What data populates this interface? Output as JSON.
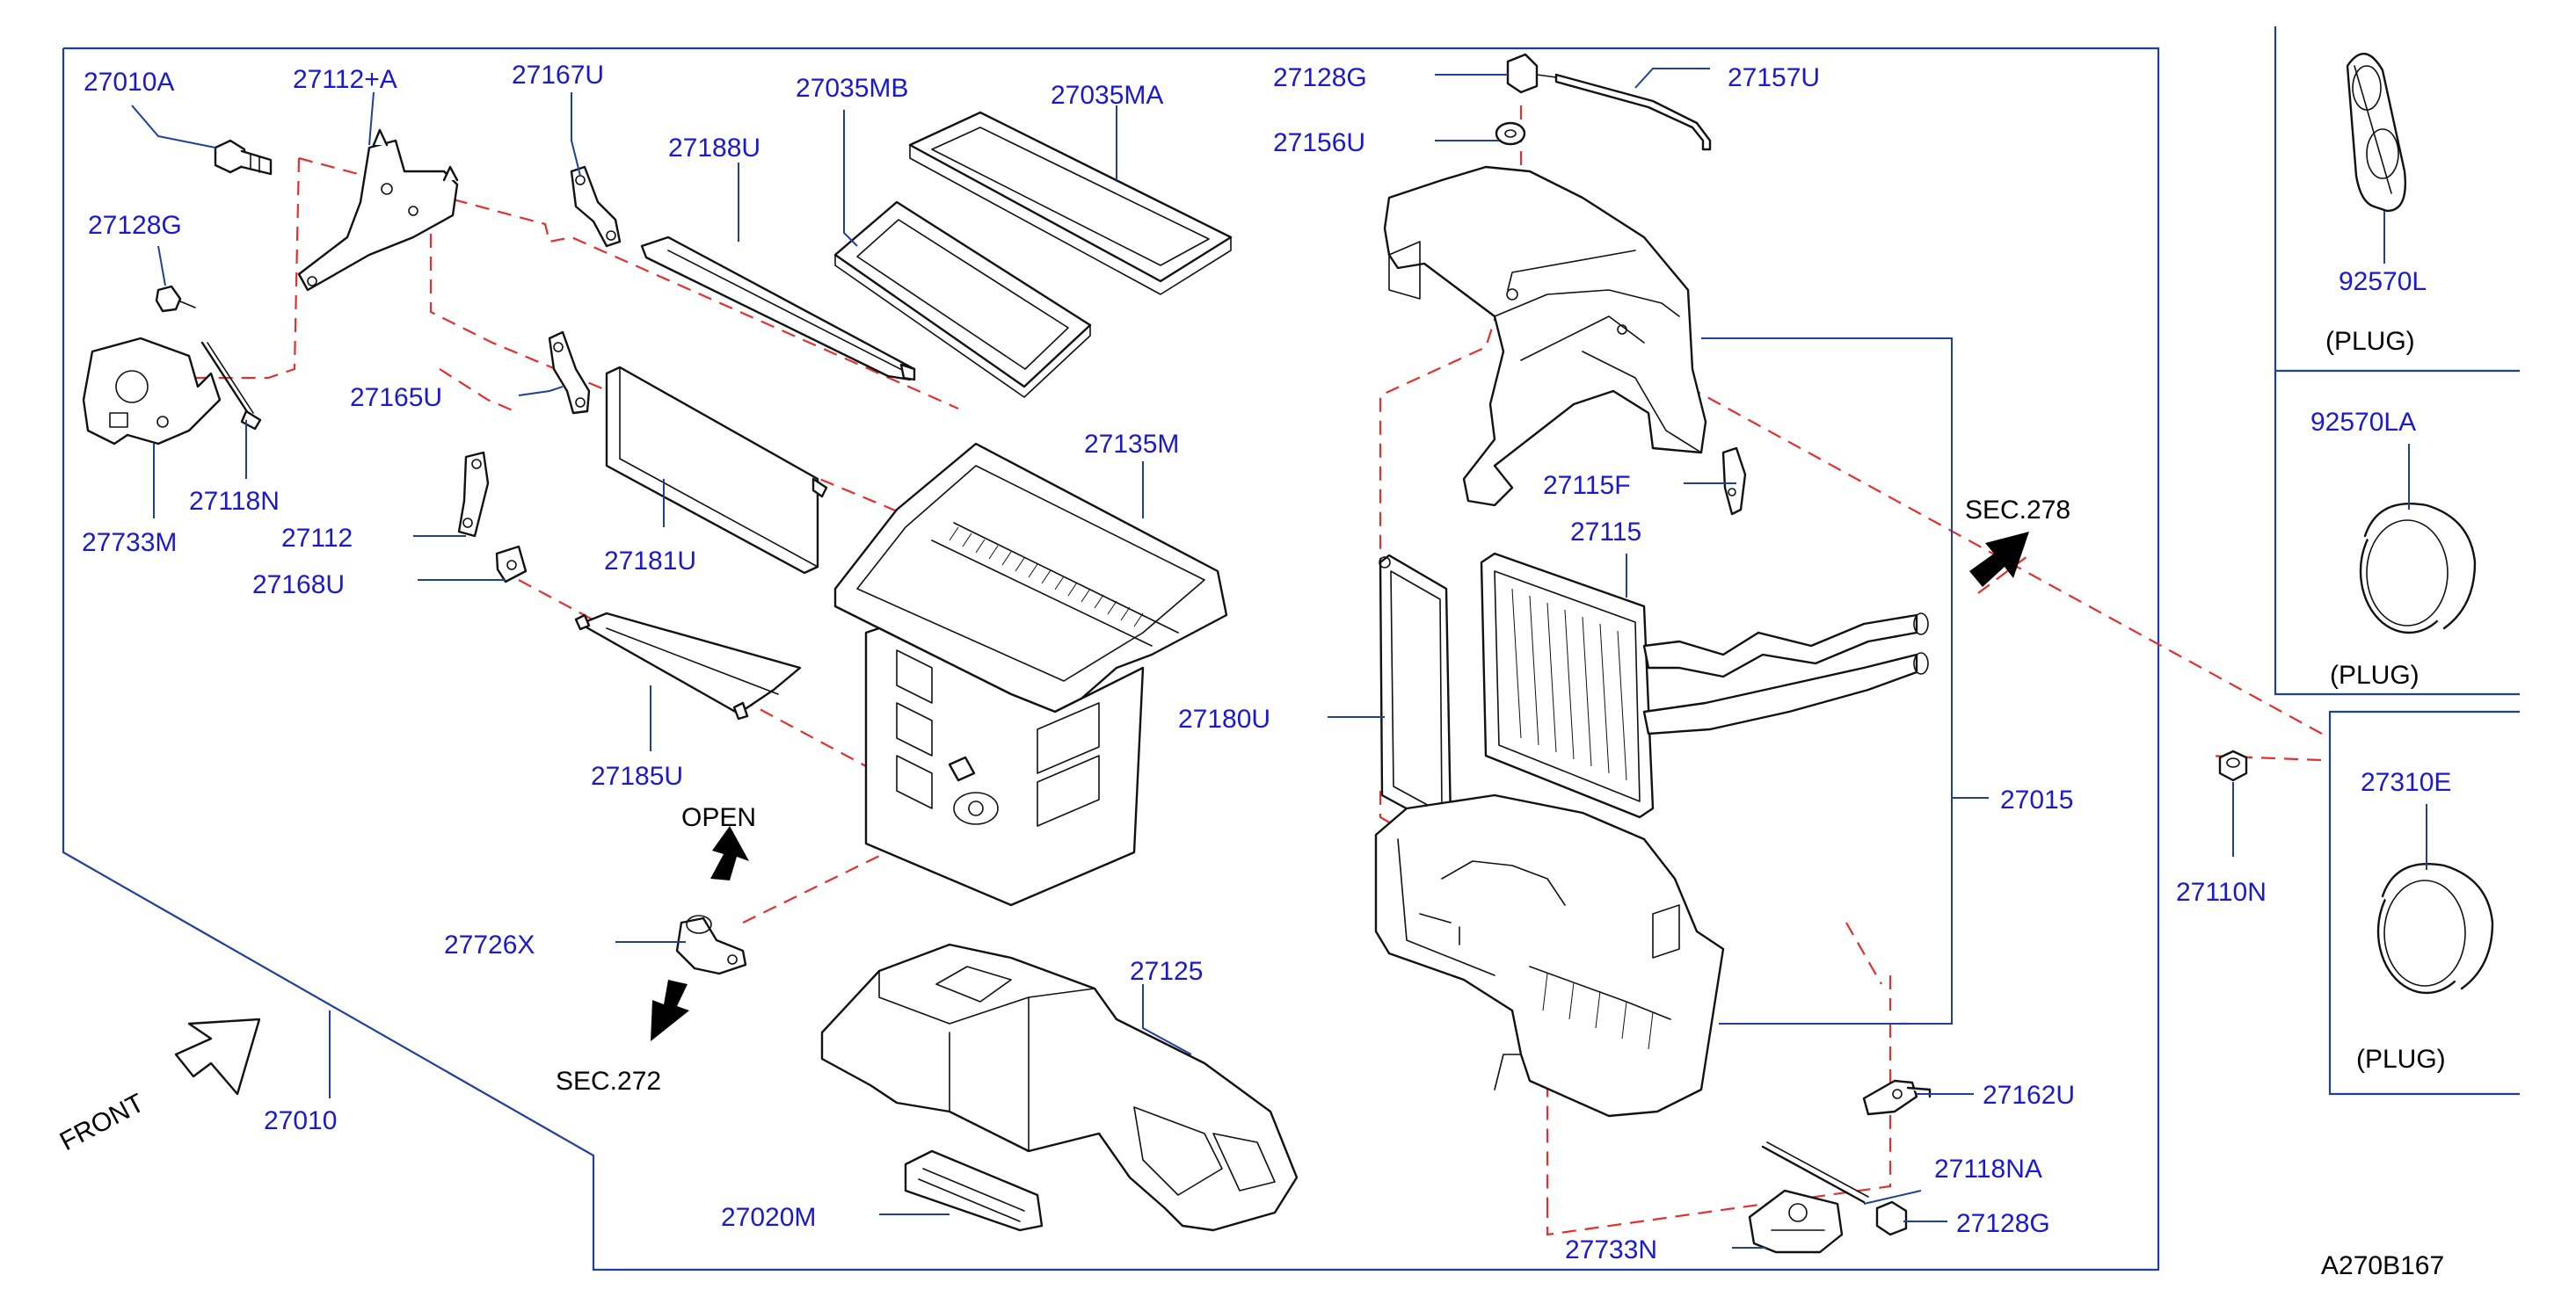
{
  "labels": {
    "p27010A": "27010A",
    "p27112A": "27112+A",
    "p27167U": "27167U",
    "p27035MB": "27035MB",
    "p27035MA": "27035MA",
    "p27128G_left": "27128G",
    "p27188U": "27188U",
    "p27165U": "27165U",
    "p27118N": "27118N",
    "p27733M": "27733M",
    "p27112": "27112",
    "p27168U": "27168U",
    "p27181U": "27181U",
    "p27135M": "27135M",
    "p27185U": "27185U",
    "p27726X": "27726X",
    "p27125": "27125",
    "p27010": "27010",
    "p27020M": "27020M",
    "p27128G_top": "27128G",
    "p27157U": "27157U",
    "p27156U": "27156U",
    "p27115F": "27115F",
    "p27115": "27115",
    "p27180U": "27180U",
    "p27015": "27015",
    "p27162U": "27162U",
    "p27118NA": "27118NA",
    "p27733N": "27733N",
    "p27128G_bottom": "27128G",
    "p27110N": "27110N",
    "p92570L": "92570L",
    "p92570LA": "92570LA",
    "p27310E": "27310E"
  },
  "annotations": {
    "open": "OPEN",
    "sec272": "SEC.272",
    "sec278": "SEC.278",
    "front": "FRONT",
    "plug1": "(PLUG)",
    "plug2": "(PLUG)",
    "plug3": "(PLUG)"
  },
  "diagram_code": "A270B167",
  "colors": {
    "label": "#1a1acc",
    "leader_line": "#1f3f99",
    "dashed_line": "#e03030",
    "part_outline": "#111111"
  }
}
